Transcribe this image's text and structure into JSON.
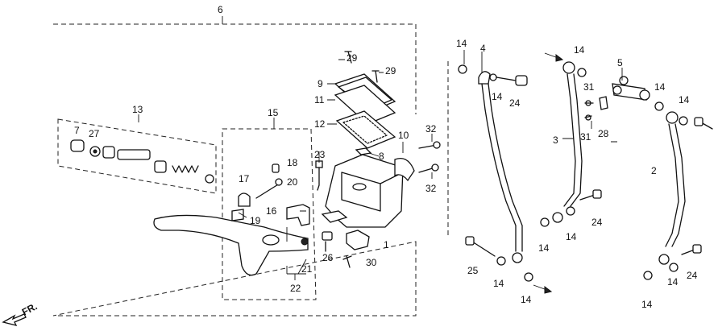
{
  "labels": {
    "p1": "1",
    "p2": "2",
    "p3": "3",
    "p4": "4",
    "p5": "5",
    "p6": "6",
    "p7": "7",
    "p8": "8",
    "p9": "9",
    "p10": "10",
    "p11": "11",
    "p12": "12",
    "p13": "13",
    "p14": "14",
    "p15": "15",
    "p16": "16",
    "p17": "17",
    "p18": "18",
    "p19": "19",
    "p20": "20",
    "p21": "21",
    "p22": "22",
    "p23": "23",
    "p24": "24",
    "p25": "25",
    "p26": "26",
    "p27": "27",
    "p28": "28",
    "p29": "29",
    "p30": "30",
    "p31": "31",
    "p32": "32"
  },
  "direction": "FR."
}
